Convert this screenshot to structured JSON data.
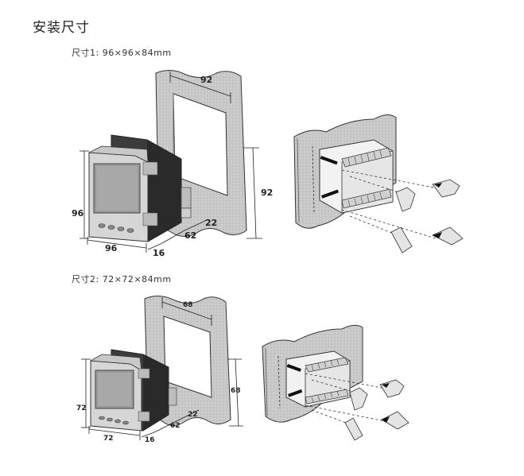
{
  "page_title": "安装尺寸",
  "size1": {
    "label": "尺寸1: 96×96×84mm",
    "panel_width": "92",
    "panel_height": "92",
    "front_width": "96",
    "front_height": "96",
    "front_depth": "16",
    "body_depth": "62",
    "terminal_depth": "22"
  },
  "size2": {
    "label": "尺寸2: 72×72×84mm",
    "panel_width": "68",
    "panel_height": "68",
    "front_width": "72",
    "front_height": "72",
    "front_depth": "16",
    "body_depth": "62",
    "terminal_depth": "22"
  }
}
